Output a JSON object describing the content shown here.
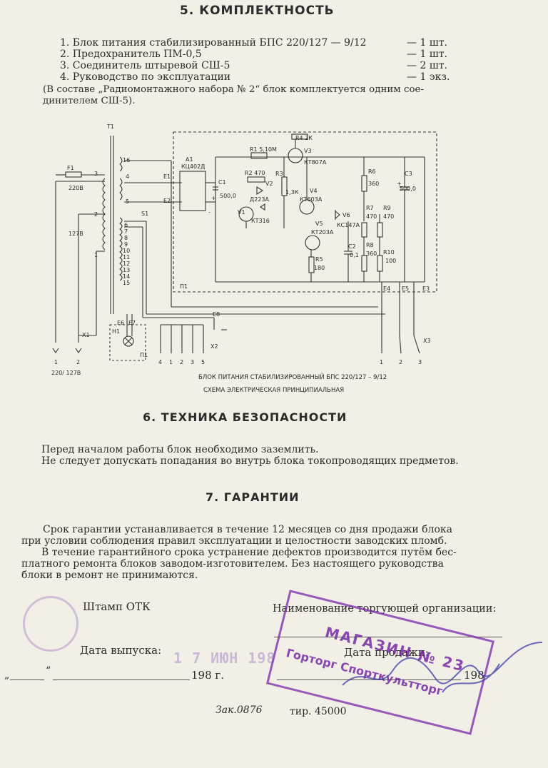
{
  "section5": {
    "title": "5. КОМПЛЕКТНОСТЬ",
    "items": [
      {
        "text": "1. Блок питания стабилизированный БПС 220/127 — 9/12",
        "qty": "— 1 шт."
      },
      {
        "text": "2. Предохранитель ПМ-0,5",
        "qty": "— 1 шт."
      },
      {
        "text": "3. Соединитель штыревой СШ-5",
        "qty": "— 2 шт."
      },
      {
        "text": "4. Руководство по эксплуатации",
        "qty": "— 1 экз."
      }
    ],
    "note_line1": "(В составе „Радиомонтажного набора № 2“ блок комплектуется одним сое-",
    "note_line2": "динителем СШ-5)."
  },
  "schematic": {
    "caption1": "БЛОК ПИТАНИЯ СТАБИЛИЗИРОВАННЫЙ БПС 220/127 – 9/12",
    "caption2": "СХЕМА ЭЛЕКТРИЧЕСКАЯ ПРИНЦИПИАЛЬНАЯ",
    "labels": {
      "t1": "T1",
      "f1": "F1",
      "v220": "220В",
      "v127": "127В",
      "s1": "S1",
      "a1": "A1",
      "a1type": "КЦ402Д",
      "e1": "E1",
      "e2": "E2",
      "c1": "C1",
      "c1v": "500,0",
      "r1": "R1 5,10М",
      "r4": "R4 2К",
      "v3": "V3",
      "v3type": "КТ807А",
      "r2": "R2 470",
      "v2": "V2",
      "v2type": "Д223А",
      "r3": "R3",
      "r3v": "1,3К",
      "v4": "V4",
      "v4type": "КТ603А",
      "v1": "V1",
      "v1type": "КТ316",
      "v6": "V6",
      "v6type": "КС147А",
      "v5": "V5",
      "v5type": "КТ203А",
      "r5": "R5",
      "r5v": "180",
      "c2": "C2",
      "c2v": "0,1",
      "r6": "R6",
      "r6v": "360",
      "r7": "R7",
      "r7v": "470",
      "r8": "R8",
      "r8v": "360",
      "r9": "R9",
      "r9v": "470",
      "r10": "R10",
      "r10v": "100",
      "c3": "C3",
      "c3v": "500,0",
      "p1": "П1",
      "e4": "E4",
      "e5": "E5",
      "e3": "E3",
      "e6": "E6",
      "e7": "E7",
      "e8": "E8",
      "h1": "H1",
      "p1b": "П1",
      "x1": "X1",
      "x2": "X2",
      "x3": "X3",
      "x1v": "220/ 127В",
      "w16": "16",
      "w4": "4",
      "w5": "5",
      "w3": "3",
      "w2": "2",
      "w1": "1",
      "w6": "6",
      "w7": "7",
      "w8": "8",
      "w9": "9",
      "w10": "10",
      "w11": "11",
      "w12": "12",
      "w13": "13",
      "w14": "14",
      "w15": "15",
      "x1p1": "1",
      "x1p2": "2",
      "x2p4": "4",
      "x2p1": "1",
      "x2p2": "2",
      "x2p3": "3",
      "x2p5": "5",
      "x3p1": "1",
      "x3p2": "2",
      "x3p3": "3",
      "plus1": "+",
      "minus1": "-",
      "plus2": "+"
    }
  },
  "section6": {
    "title": "6. ТЕХНИКА БЕЗОПАСНОСТИ",
    "line1": "Перед началом работы блок необходимо заземлить.",
    "line2": "Не следует допускать попадания во внутрь блока токопроводящих предметов."
  },
  "section7": {
    "title": "7. ГАРАНТИИ",
    "line1": "Срок гарантии устанавливается в течение 12 месяцев со дня продажи блока",
    "line2": "при условии соблюдения правил эксплуатации и целостности заводских пломб.",
    "line3": "В течение гарантийного срока устранение дефектов производится путём бес-",
    "line4": "платного ремонта блоков заводом-изготовителем. Без настоящего руководства",
    "line5": "блоки в ремонт не принимаются."
  },
  "footer": {
    "stamp_otk": "Штамп ОТК",
    "trade_org": "Наименование торгующей организации:",
    "release_date": "Дата выпуска:",
    "sale_date": "Дата продажи:",
    "quote_open": "„",
    "quote_close": "“",
    "year": "198 г.",
    "year2": "198",
    "order": "Зак.0876",
    "print_run": "тир. 45000"
  },
  "stamps": {
    "date_stamp": "1 7 ИЮН 198",
    "shop_line1": "МАГАЗИН № 23",
    "shop_line2": "Горторг Спорткультторг"
  }
}
